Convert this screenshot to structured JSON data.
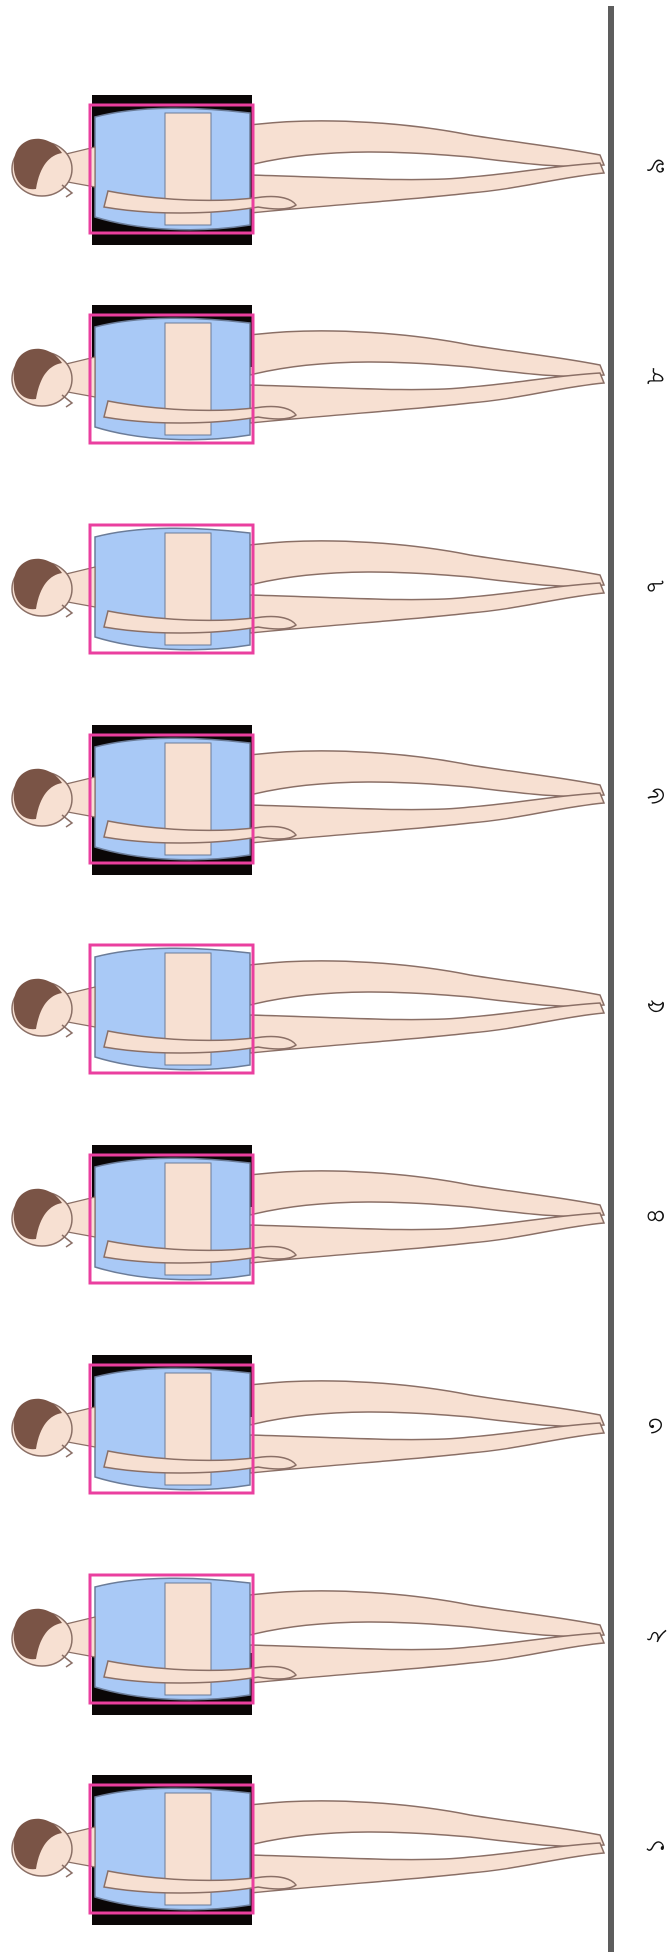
{
  "colors": {
    "skin": "#f7e0d2",
    "skin_outline": "#8a6f66",
    "hair": "#7a5446",
    "shirt": "#a9c9f6",
    "shirt_outline": "#6b7c98",
    "shadow": "#0a0606",
    "box": "#ea3f9f",
    "ground": "#5d5d5d"
  },
  "figures": [
    {
      "label": "১",
      "shadow_side": "both"
    },
    {
      "label": "২",
      "shadow_side": "bottom"
    },
    {
      "label": "৩",
      "shadow_side": "top"
    },
    {
      "label": "৪",
      "shadow_side": "top"
    },
    {
      "label": "৫",
      "shadow_side": "none"
    },
    {
      "label": "৬",
      "shadow_side": "both"
    },
    {
      "label": "৭",
      "shadow_side": "none"
    },
    {
      "label": "৮",
      "shadow_side": "top"
    },
    {
      "label": "৯",
      "shadow_side": "both"
    }
  ]
}
